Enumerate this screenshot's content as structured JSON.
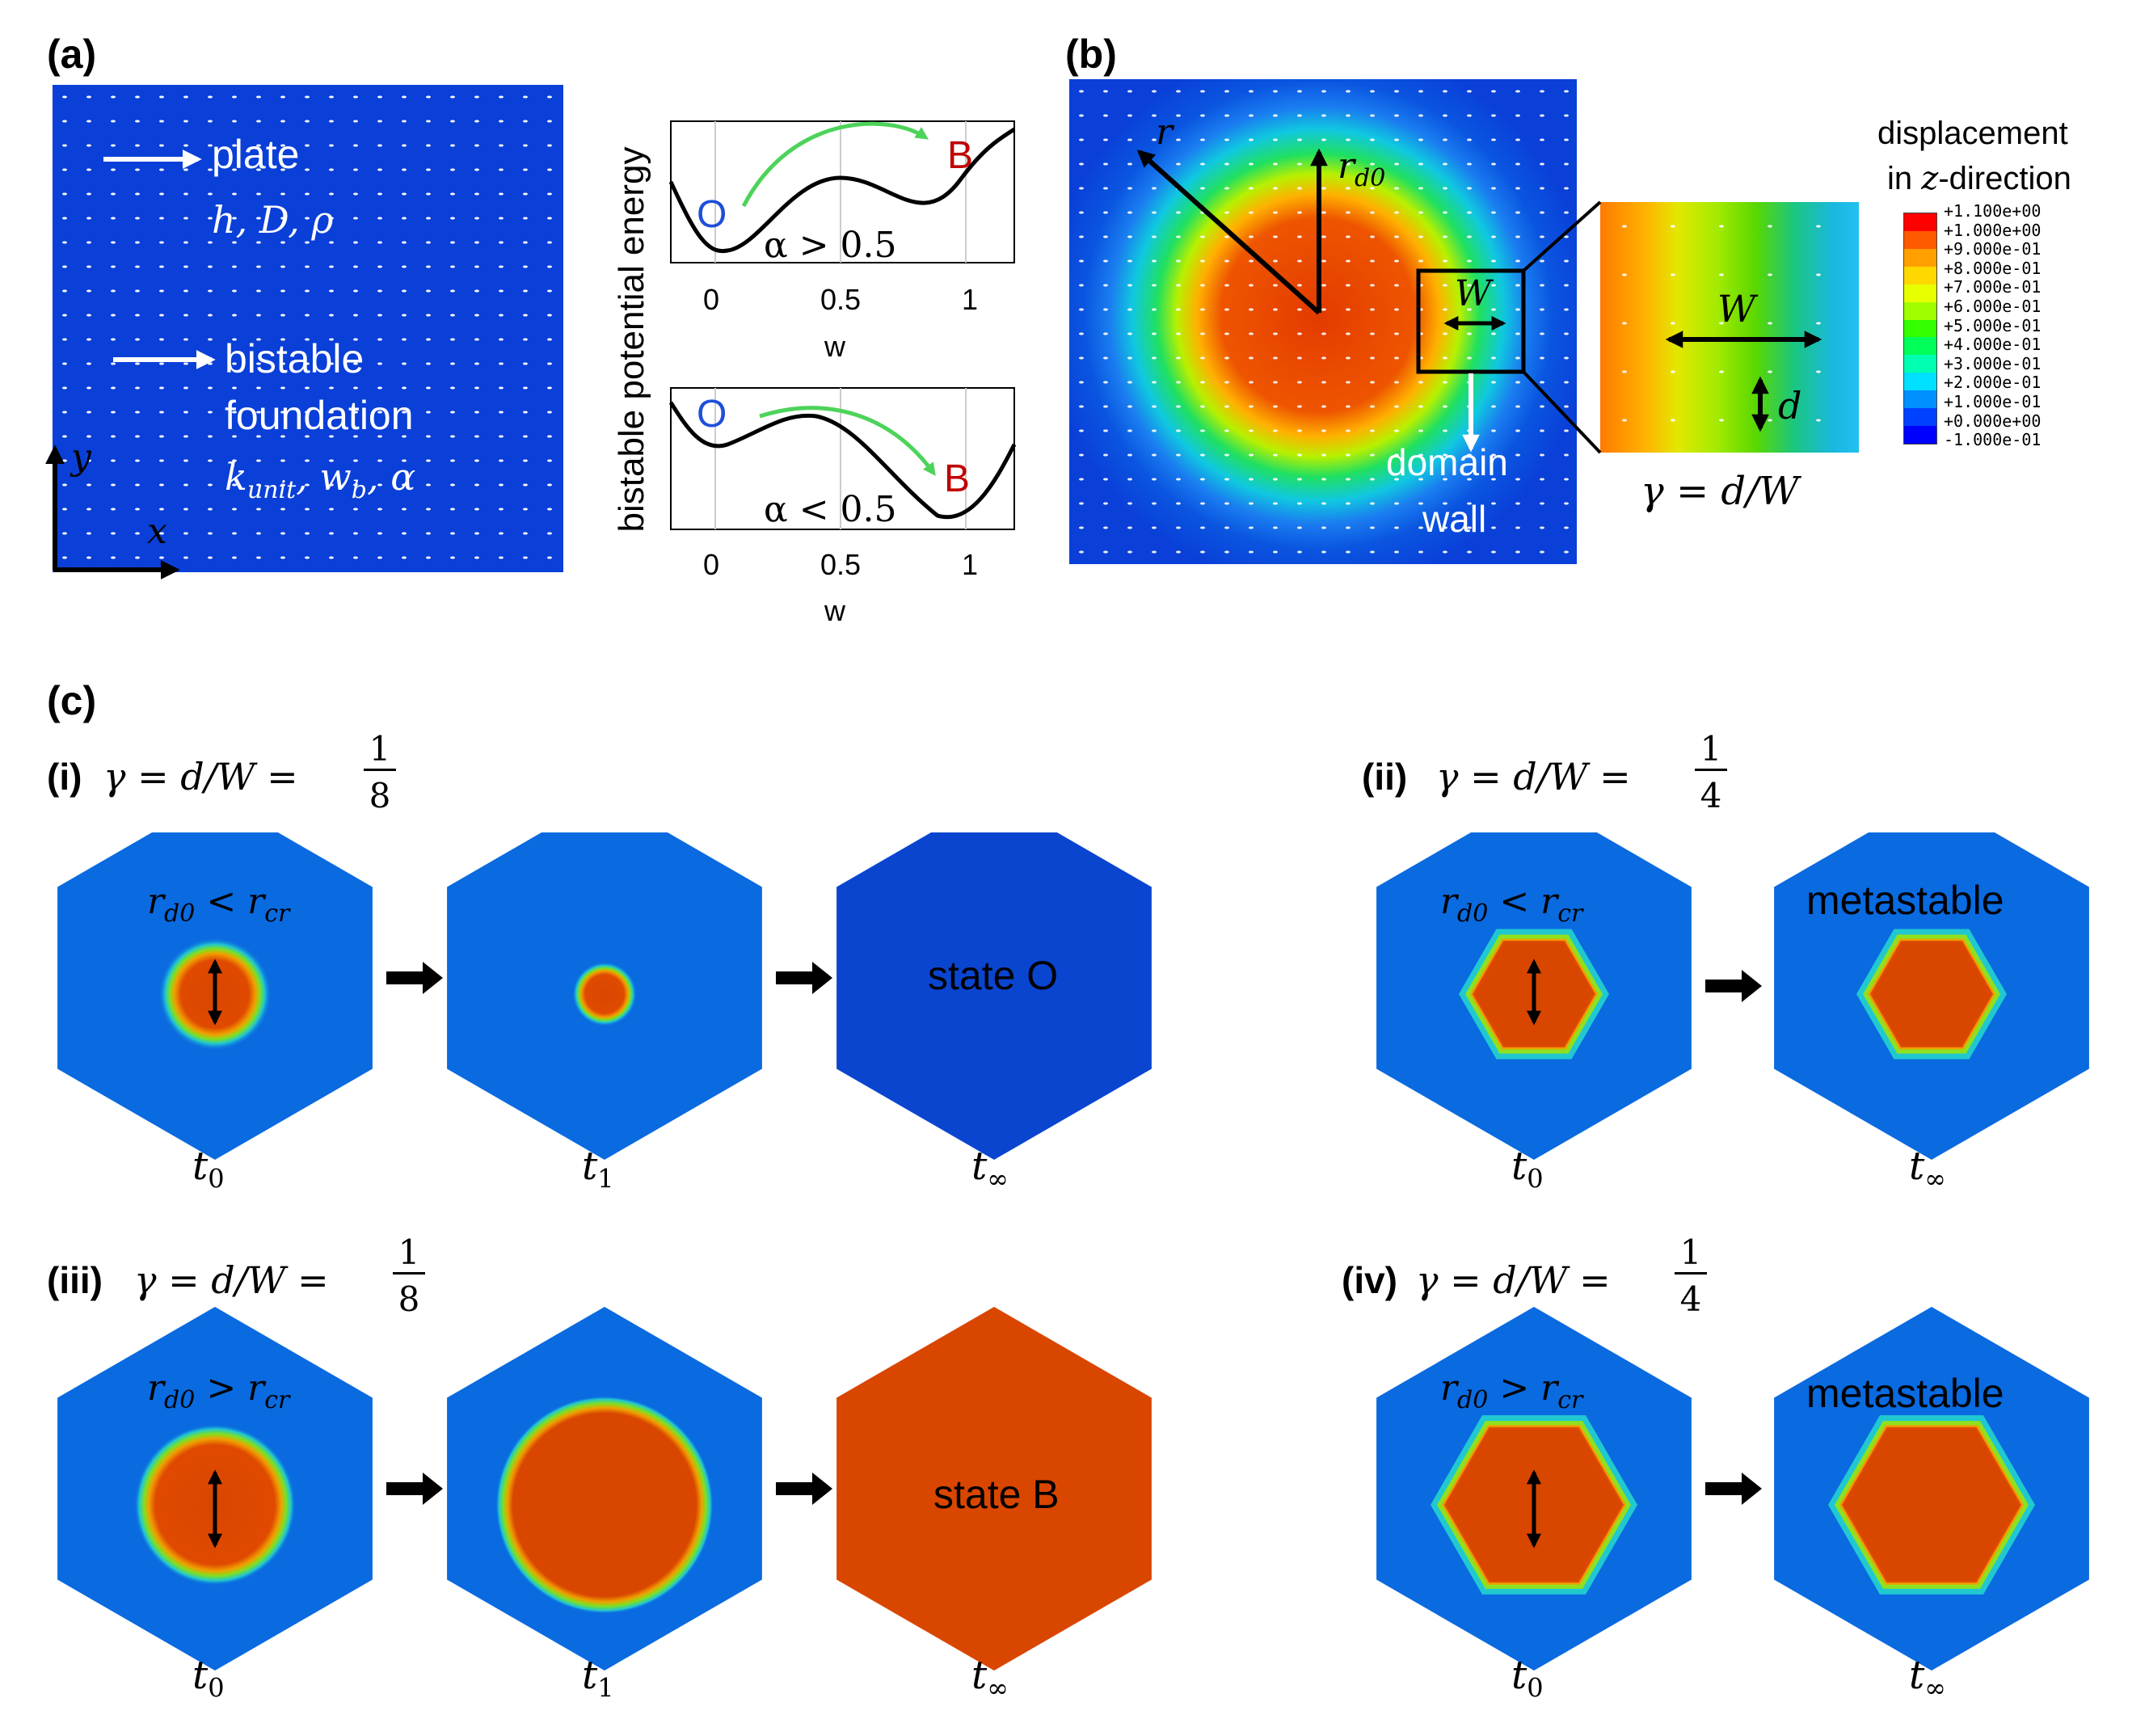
{
  "panels": {
    "a": {
      "label": "(a)",
      "plate_label": "plate",
      "plate_params": "h, D, ρ",
      "foundation_label_1": "bistable",
      "foundation_label_2": "foundation",
      "foundation_params": "k",
      "foundation_params_sub": "unit",
      "foundation_params_2": ", w",
      "foundation_params_sub_2": "b",
      "foundation_params_3": ", α",
      "axis_y": "y",
      "axis_x": "x",
      "energy_ylabel": "bistable potential energy",
      "plot_top": {
        "condition": "α > 0.5",
        "state_O": "O",
        "state_B": "B",
        "xlabel": "w",
        "xticks": [
          "0",
          "0.5",
          "1"
        ]
      },
      "plot_bottom": {
        "condition": "α < 0.5",
        "state_O": "O",
        "state_B": "B",
        "xlabel": "w",
        "xticks": [
          "0",
          "0.5",
          "1"
        ]
      }
    },
    "b": {
      "label": "(b)",
      "r_label": "r",
      "rd0_label": "r",
      "rd0_sub": "d0",
      "W_label": "W",
      "d_label": "d",
      "domain_wall_1": "domain",
      "domain_wall_2": "wall",
      "gamma_formula": "γ = d/W",
      "colorbar_title_1": "displacement",
      "colorbar_title_2_pre": "in ",
      "colorbar_title_2_var": "z",
      "colorbar_title_2_post": "-direction",
      "colorbar_ticks": [
        "+1.100e+00",
        "+1.000e+00",
        "+9.000e-01",
        "+8.000e-01",
        "+7.000e-01",
        "+6.000e-01",
        "+5.000e-01",
        "+4.000e-01",
        "+3.000e-01",
        "+2.000e-01",
        "+1.000e-01",
        "+0.000e+00",
        "-1.000e-01"
      ],
      "colorbar_colors": [
        "#ff0000",
        "#ff5a00",
        "#ffa000",
        "#ffd800",
        "#e8ff00",
        "#9fff00",
        "#33ff00",
        "#00ff58",
        "#00ffb0",
        "#00e0ff",
        "#0090ff",
        "#0040ff",
        "#0000ff"
      ]
    },
    "c": {
      "label": "(c)",
      "rows": [
        {
          "id": "i",
          "tag": "(i)",
          "gamma_prefix": "γ = d/W =",
          "frac_num": "1",
          "frac_den": "8",
          "condition": "r",
          "condition_sub1": "d0",
          "condition_op": " < r",
          "condition_sub2": "cr",
          "frames": [
            "t0",
            "t1",
            "t∞"
          ],
          "time_labels": [
            {
              "t": "t",
              "sub": "0"
            },
            {
              "t": "t",
              "sub": "1"
            },
            {
              "t": "t",
              "sub": "∞"
            }
          ],
          "end_state": "state O"
        },
        {
          "id": "ii",
          "tag": "(ii)",
          "gamma_prefix": "γ = d/W =",
          "frac_num": "1",
          "frac_den": "4",
          "condition": "r",
          "condition_sub1": "d0",
          "condition_op": " < r",
          "condition_sub2": "cr",
          "time_labels": [
            {
              "t": "t",
              "sub": "0"
            },
            {
              "t": "t",
              "sub": "∞"
            }
          ],
          "end_state": "metastable"
        },
        {
          "id": "iii",
          "tag": "(iii)",
          "gamma_prefix": "γ = d/W =",
          "frac_num": "1",
          "frac_den": "8",
          "condition": "r",
          "condition_sub1": "d0",
          "condition_op": " > r",
          "condition_sub2": "cr",
          "time_labels": [
            {
              "t": "t",
              "sub": "0"
            },
            {
              "t": "t",
              "sub": "1"
            },
            {
              "t": "t",
              "sub": "∞"
            }
          ],
          "end_state": "state B"
        },
        {
          "id": "iv",
          "tag": "(iv)",
          "gamma_prefix": "γ = d/W =",
          "frac_num": "1",
          "frac_den": "4",
          "condition": "r",
          "condition_sub1": "d0",
          "condition_op": " > r",
          "condition_sub2": "cr",
          "time_labels": [
            {
              "t": "t",
              "sub": "0"
            },
            {
              "t": "t",
              "sub": "∞"
            }
          ],
          "end_state": "metastable"
        }
      ]
    }
  },
  "colors": {
    "blue_field": "#0a3fd8",
    "hex_blue": "#0a6ae0",
    "red_state": "#d94600",
    "green_arrow": "#4dd35a",
    "state_O_color": "#1f4fd8",
    "state_B_color": "#c00000"
  }
}
